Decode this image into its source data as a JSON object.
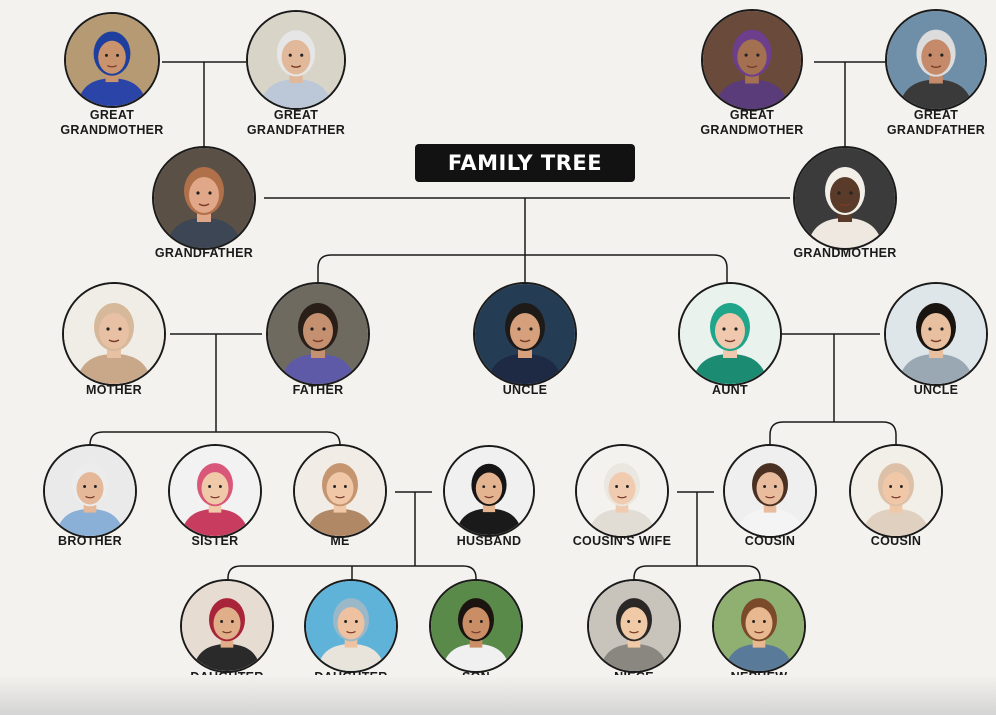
{
  "title": "FAMILY TREE",
  "people": [
    {
      "id": "ggm-left",
      "label": [
        "GREAT",
        "GRANDMOTHER"
      ],
      "skin": "#c9936e",
      "hair": "#1f3f9e",
      "bg": "#b59a73",
      "shirt": "#2a44a8"
    },
    {
      "id": "ggf-left",
      "label": [
        "GREAT",
        "GRANDFATHER"
      ],
      "skin": "#e2b89b",
      "hair": "#e6e6e6",
      "bg": "#d8d4c8",
      "shirt": "#bcc8d8"
    },
    {
      "id": "ggm-right",
      "label": [
        "GREAT",
        "GRANDMOTHER"
      ],
      "skin": "#a47052",
      "hair": "#6b3f8c",
      "bg": "#6a4a3a",
      "shirt": "#5a3c7a"
    },
    {
      "id": "ggf-right",
      "label": [
        "GREAT",
        "GRANDFATHER"
      ],
      "skin": "#c48a6a",
      "hair": "#dcdcdc",
      "bg": "#6f8fa8",
      "shirt": "#3a3a3a"
    },
    {
      "id": "grandfather",
      "label": [
        "GRANDFATHER"
      ],
      "skin": "#e0a888",
      "hair": "#b0704a",
      "bg": "#5b5046",
      "shirt": "#3c4654"
    },
    {
      "id": "grandmother",
      "label": [
        "GRANDMOTHER"
      ],
      "skin": "#5a3a28",
      "hair": "#f2eee8",
      "bg": "#3b3b3b",
      "shirt": "#efe8e0"
    },
    {
      "id": "mother",
      "label": [
        "MOTHER"
      ],
      "skin": "#e8c0a4",
      "hair": "#d6b89a",
      "bg": "#f0ece6",
      "shirt": "#c9a88a"
    },
    {
      "id": "father",
      "label": [
        "FATHER"
      ],
      "skin": "#c49070",
      "hair": "#2a1e18",
      "bg": "#6e6a60",
      "shirt": "#5e5aa8"
    },
    {
      "id": "uncle-center",
      "label": [
        "UNCLE"
      ],
      "skin": "#d6a07c",
      "hair": "#1e1a18",
      "bg": "#243c54",
      "shirt": "#1e2a44"
    },
    {
      "id": "aunt",
      "label": [
        "AUNT"
      ],
      "skin": "#f0c8ae",
      "hair": "#1fa58a",
      "bg": "#eaf2ee",
      "shirt": "#1b8c72"
    },
    {
      "id": "uncle-right",
      "label": [
        "UNCLE"
      ],
      "skin": "#e8c0a0",
      "hair": "#1a1410",
      "bg": "#dfe6ea",
      "shirt": "#9aa8b4"
    },
    {
      "id": "brother",
      "label": [
        "BROTHER"
      ],
      "skin": "#e4b898",
      "hair": "#ececec",
      "bg": "#eaeaea",
      "shirt": "#8ab0d8"
    },
    {
      "id": "sister",
      "label": [
        "SISTER"
      ],
      "skin": "#f0caa8",
      "hair": "#d9587a",
      "bg": "#f2f2f2",
      "shirt": "#c83c60"
    },
    {
      "id": "me",
      "label": [
        "ME"
      ],
      "skin": "#f0c8a8",
      "hair": "#c4956e",
      "bg": "#f1ece6",
      "shirt": "#b08866"
    },
    {
      "id": "husband",
      "label": [
        "HUSBAND"
      ],
      "skin": "#e4b490",
      "hair": "#161414",
      "bg": "#f0f0f0",
      "shirt": "#1a1a1a"
    },
    {
      "id": "cousins-wife",
      "label": [
        "COUSIN'S WIFE"
      ],
      "skin": "#f0cbb0",
      "hair": "#eae6e0",
      "bg": "#f4f2ee",
      "shirt": "#e2ddd4"
    },
    {
      "id": "cousin-male",
      "label": [
        "COUSIN"
      ],
      "skin": "#e8bc9c",
      "hair": "#4a3022",
      "bg": "#efefef",
      "shirt": "#f4f4f4"
    },
    {
      "id": "cousin-female",
      "label": [
        "COUSIN"
      ],
      "skin": "#f0c8a8",
      "hair": "#dcc0a8",
      "bg": "#f2efe8",
      "shirt": "#e0d0c0"
    },
    {
      "id": "daughter-1",
      "label": [
        "DAUGHTER"
      ],
      "skin": "#e0ae88",
      "hair": "#a82438",
      "bg": "#e6dcd2",
      "shirt": "#2a2a2a"
    },
    {
      "id": "daughter-2",
      "label": [
        "DAUGHTER"
      ],
      "skin": "#eec2a0",
      "hair": "#9ab8c8",
      "bg": "#5fb2d8",
      "shirt": "#e8e4dc"
    },
    {
      "id": "son",
      "label": [
        "SON"
      ],
      "skin": "#c98e66",
      "hair": "#1c1410",
      "bg": "#5a8a4a",
      "shirt": "#f0f0f0"
    },
    {
      "id": "niece",
      "label": [
        "NIECE"
      ],
      "skin": "#f0caa6",
      "hair": "#2a2826",
      "bg": "#c8c4bc",
      "shirt": "#8a8680"
    },
    {
      "id": "nephew",
      "label": [
        "NEPHEW"
      ],
      "skin": "#e8b890",
      "hair": "#7a4a2a",
      "bg": "#8fb070",
      "shirt": "#5a7a9a"
    }
  ]
}
